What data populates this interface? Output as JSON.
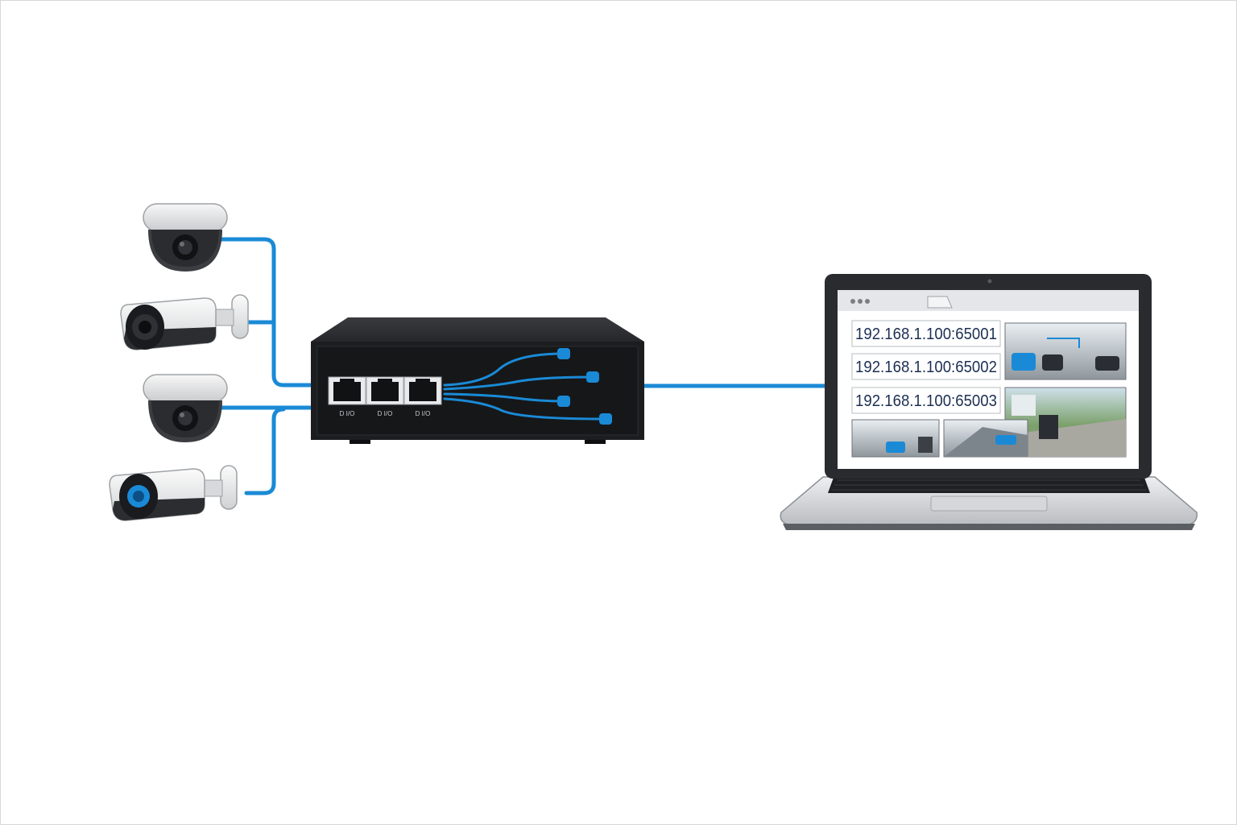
{
  "colors": {
    "cable": "#1a8ad6",
    "switch_body": "#1c1d1f",
    "laptop_frame": "#2a2b2e",
    "screen_bg": "#ffffff",
    "address_text": "#1c2f52"
  },
  "cameras": [
    {
      "kind": "dome",
      "icon": "dome-camera-icon"
    },
    {
      "kind": "bullet",
      "icon": "bullet-camera-icon"
    },
    {
      "kind": "dome",
      "icon": "dome-camera-icon"
    },
    {
      "kind": "bullet",
      "icon": "bullet-camera-icon"
    }
  ],
  "switch": {
    "port_labels": [
      "D I/O",
      "D I/O",
      "D I/O"
    ]
  },
  "laptop": {
    "streams": [
      {
        "address": "192.168.1.100:65001"
      },
      {
        "address": "192.168.1.100:65002"
      },
      {
        "address": "192.168.1.100:65003"
      }
    ]
  }
}
